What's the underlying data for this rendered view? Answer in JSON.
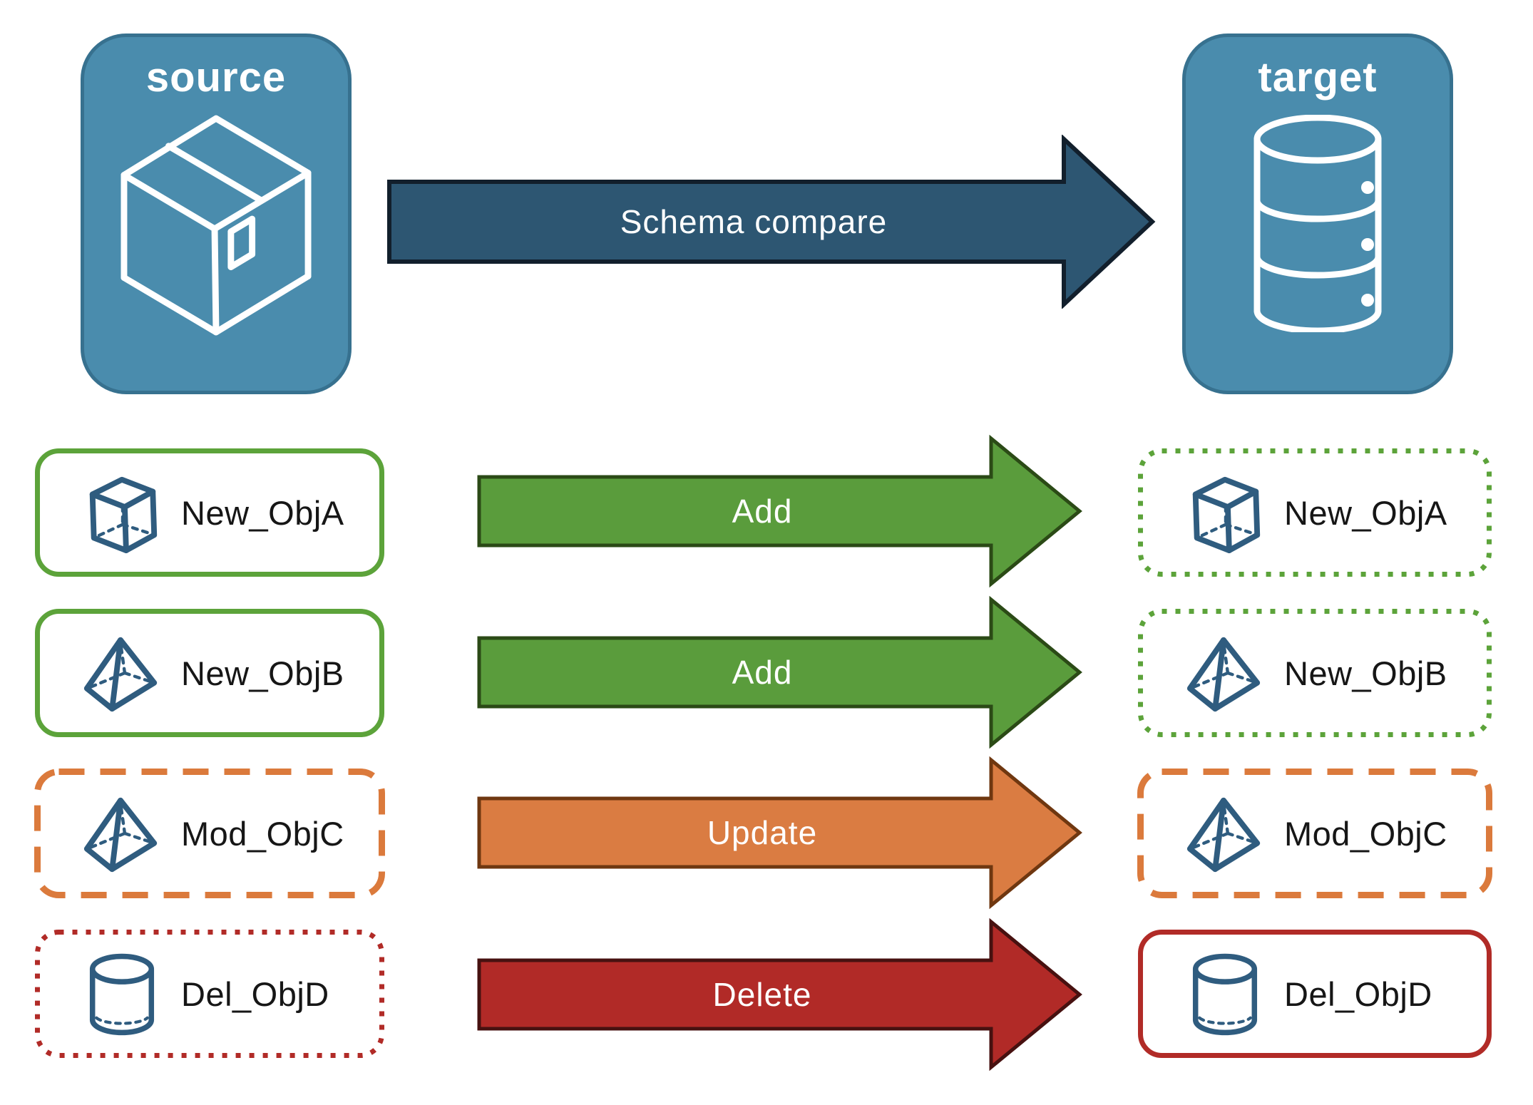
{
  "nodes": {
    "source": {
      "label": "source",
      "icon": "package-box"
    },
    "target": {
      "label": "target",
      "icon": "database"
    }
  },
  "main_arrow": {
    "label": "Schema compare"
  },
  "rows": [
    {
      "object": "New_ObjA",
      "icon": "cube",
      "action": "Add",
      "source_border": "solid green",
      "target_border": "dotted green"
    },
    {
      "object": "New_ObjB",
      "icon": "pyramid",
      "action": "Add",
      "source_border": "solid green",
      "target_border": "dotted green"
    },
    {
      "object": "Mod_ObjC",
      "icon": "pyramid",
      "action": "Update",
      "source_border": "dashed orange",
      "target_border": "dashed orange"
    },
    {
      "object": "Del_ObjD",
      "icon": "cylinder",
      "action": "Delete",
      "source_border": "dotted red",
      "target_border": "solid red"
    }
  ],
  "colors": {
    "node_fill": "#4A8CAD",
    "node_border": "#37718F",
    "icon_stroke": "#2F5C7F",
    "schema_arrow_fill": "#2D5672",
    "schema_arrow_outline": "#121F2C",
    "add_fill": "#5A9C3C",
    "add_outline": "#2B4A16",
    "update_fill": "#DA7C42",
    "update_outline": "#6F3710",
    "delete_fill": "#B12A27",
    "delete_outline": "#471110",
    "green_border": "#5CA33A",
    "orange_border": "#DB7A3C",
    "red_border": "#B12B27"
  }
}
